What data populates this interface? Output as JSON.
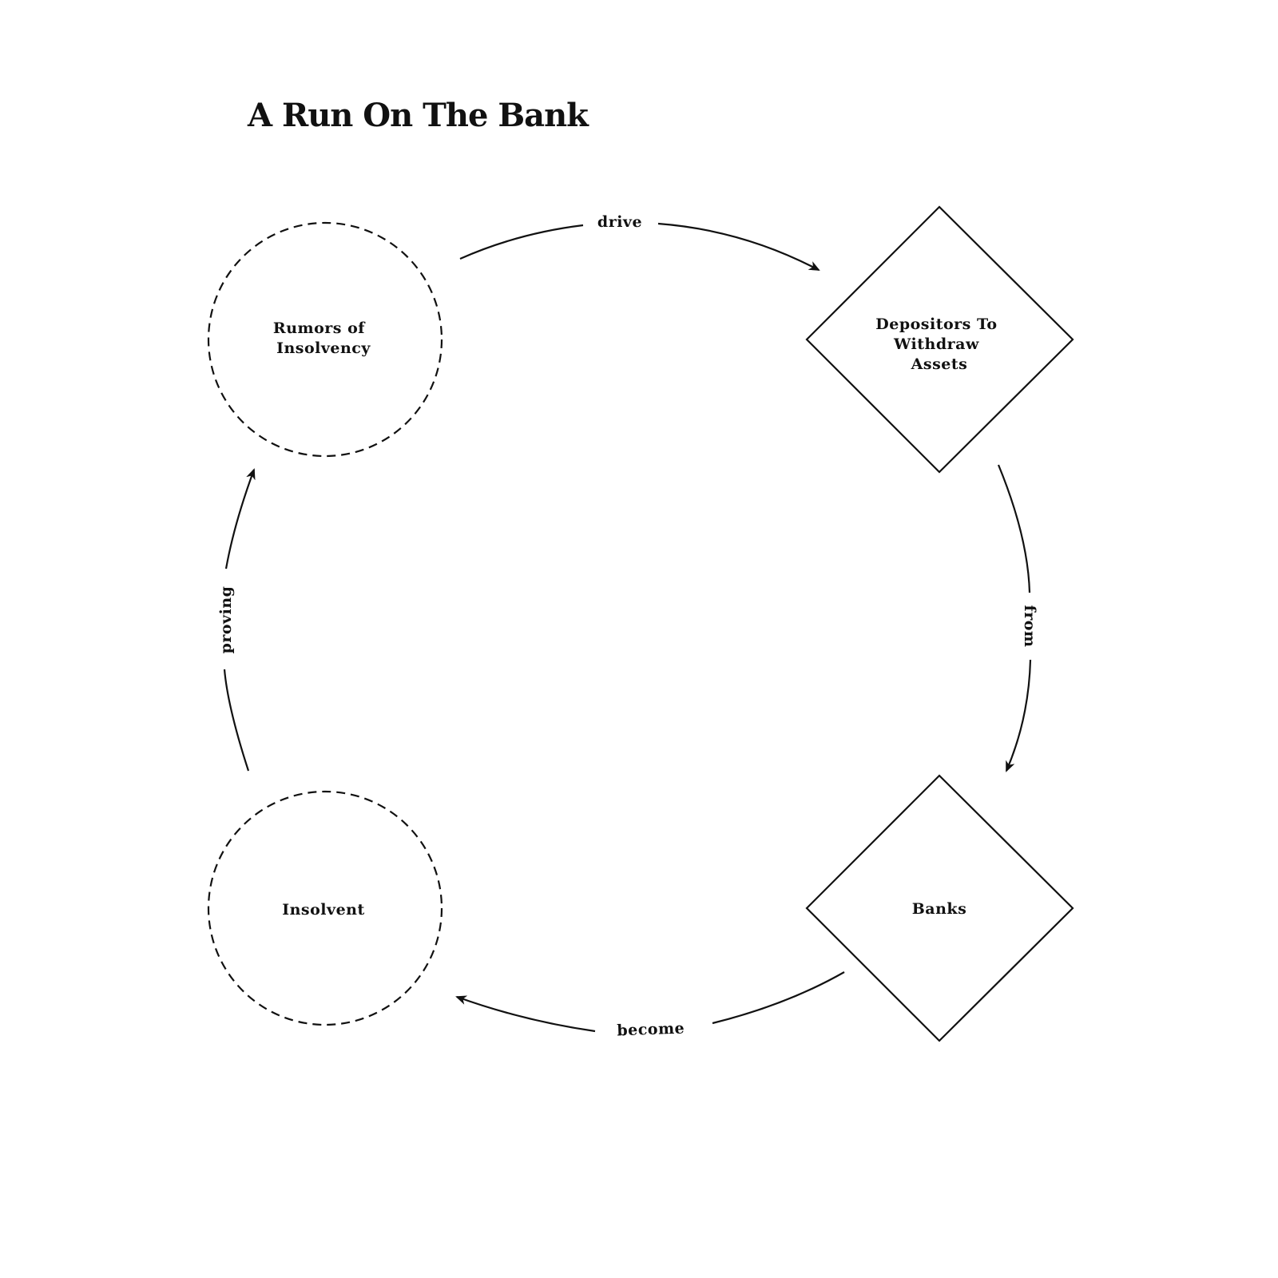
{
  "title": "A Run On The Bank",
  "nodes": {
    "rumors": {
      "shape": "circle",
      "style": "dashed",
      "lines": [
        "Rumors of",
        "Insolvency"
      ]
    },
    "depositors": {
      "shape": "diamond",
      "style": "solid",
      "lines": [
        "Depositors To",
        "Withdraw",
        "Assets"
      ]
    },
    "banks": {
      "shape": "diamond",
      "style": "solid",
      "lines": [
        "Banks"
      ]
    },
    "insolvent": {
      "shape": "circle",
      "style": "dashed",
      "lines": [
        "Insolvent"
      ]
    }
  },
  "edges": {
    "drive": {
      "from": "rumors",
      "to": "depositors",
      "label": "drive"
    },
    "from": {
      "from": "depositors",
      "to": "banks",
      "label": "from"
    },
    "become": {
      "from": "banks",
      "to": "insolvent",
      "label": "become"
    },
    "proving": {
      "from": "insolvent",
      "to": "rumors",
      "label": "proving"
    }
  },
  "colors": {
    "ink": "#111111",
    "background": "#ffffff"
  }
}
